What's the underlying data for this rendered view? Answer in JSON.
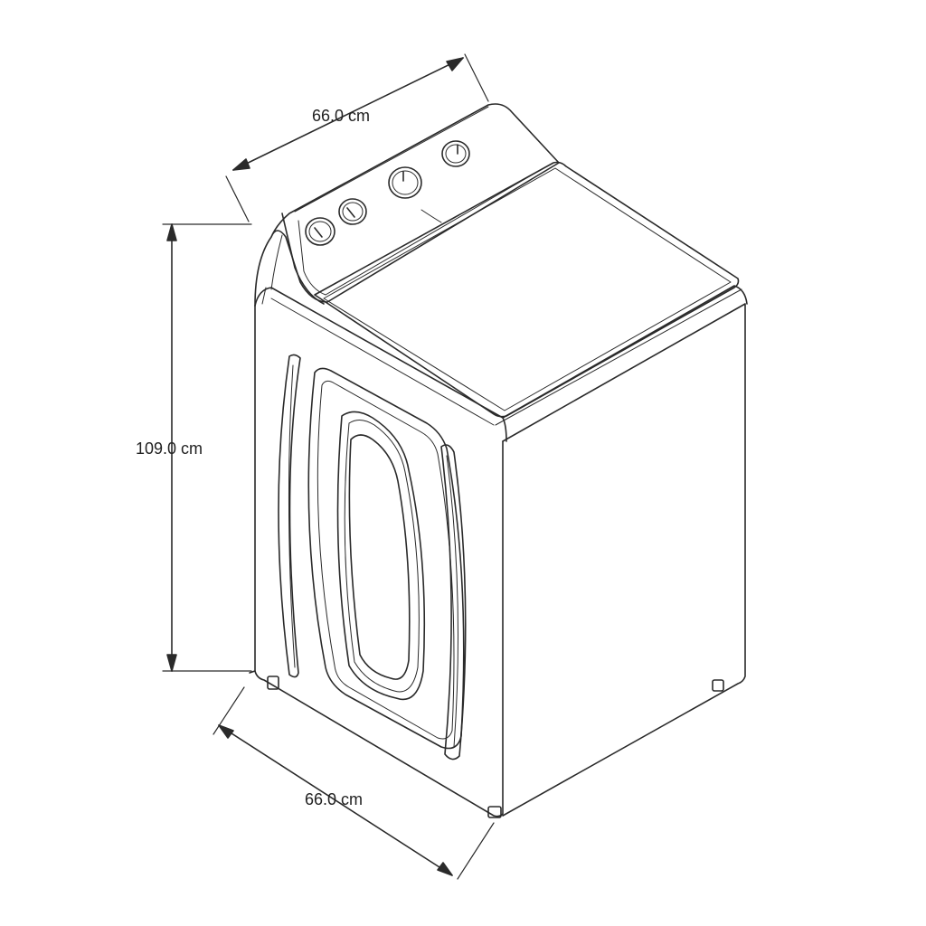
{
  "dimensions": {
    "top_width": "66.0 cm",
    "height": "109.0 cm",
    "bottom_depth": "66.0 cm"
  },
  "colors": {
    "line": "#2a2a2a",
    "background": "#ffffff"
  }
}
